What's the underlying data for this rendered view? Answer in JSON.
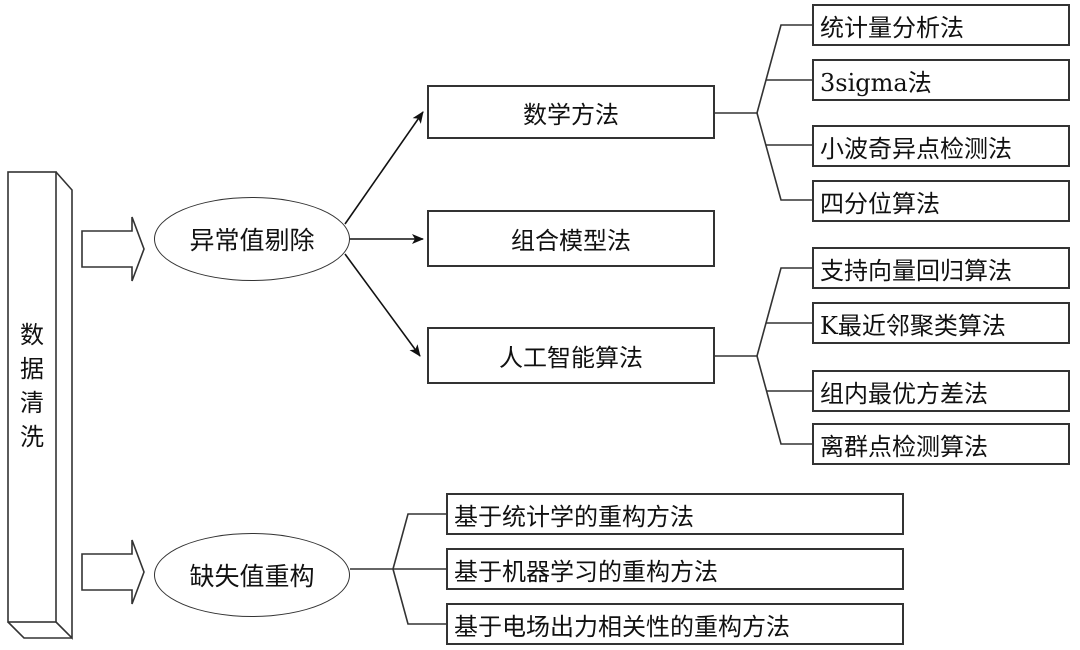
{
  "root": {
    "label": "数据清洗",
    "chars": [
      "数",
      "据",
      "清",
      "洗"
    ]
  },
  "branches": [
    {
      "label": "异常值剔除",
      "methods": [
        {
          "label": "数学方法",
          "children": [
            "统计量分析法",
            "3sigma法",
            "小波奇异点检测法",
            "四分位算法"
          ]
        },
        {
          "label": "组合模型法",
          "children": []
        },
        {
          "label": "人工智能算法",
          "children": [
            "支持向量回归算法",
            "K最近邻聚类算法",
            "组内最优方差法",
            "离群点检测算法"
          ]
        }
      ]
    },
    {
      "label": "缺失值重构",
      "methods": [
        {
          "label": "基于统计学的重构方法"
        },
        {
          "label": "基于机器学习的重构方法"
        },
        {
          "label": "基于电场出力相关性的重构方法"
        }
      ]
    }
  ]
}
